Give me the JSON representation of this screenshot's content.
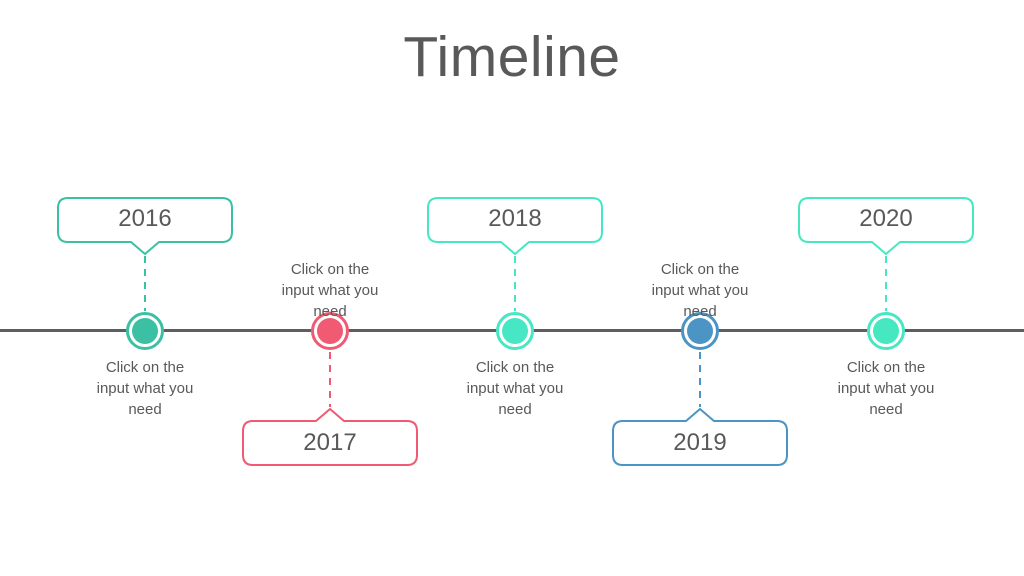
{
  "title": "Timeline",
  "palette": {
    "axis_line": "#5d5e60",
    "title_text": "#595959",
    "body_text": "#595959"
  },
  "nodes": [
    {
      "year": "2016",
      "color": "#3bc0a3",
      "bubble_position": "top",
      "caption": "Click on the input what you need"
    },
    {
      "year": "2017",
      "color": "#f05a73",
      "bubble_position": "bottom",
      "caption": "Click on the input what you need"
    },
    {
      "year": "2018",
      "color": "#47e6c4",
      "bubble_position": "top",
      "caption": "Click on the input what you need"
    },
    {
      "year": "2019",
      "color": "#4b94c4",
      "bubble_position": "bottom",
      "caption": "Click on the input what you need"
    },
    {
      "year": "2020",
      "color": "#45e8c1",
      "bubble_position": "top",
      "caption": "Click on the input what you need"
    }
  ]
}
